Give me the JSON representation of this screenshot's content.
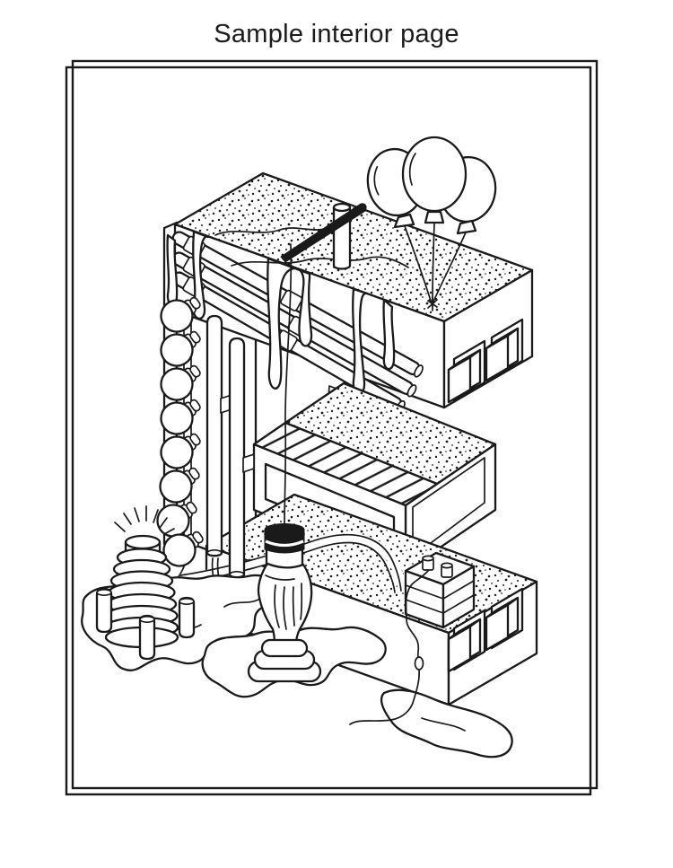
{
  "page": {
    "title": "Sample interior page",
    "background_color": "#ffffff"
  },
  "frame": {
    "style": "double offset rectangles",
    "color": "#1a1a1a"
  },
  "artwork": {
    "letter": "E",
    "description": "Black and white isometric coloring-book illustration of a 3D capital letter E decorated with objects",
    "ink_color": "#1a1a1a",
    "paper_color": "#ffffff",
    "elements": [
      "three balloons on strings tied to the top arm",
      "sewing needle leaning on a round peg",
      "liquid drips melting over the top arm",
      "three diagonal pipes on the top arm face",
      "string of eight round light bulbs down the spine",
      "two vertical tubes dripping into the spill",
      "stacked coil spring shining with rays and small pegs",
      "fist holding a black-capped bulb on a round pedestal",
      "lantern battery with a dangling wire on the bottom arm",
      "two square push buttons on each arm end",
      "wavy spilled puddle on the ground"
    ]
  }
}
